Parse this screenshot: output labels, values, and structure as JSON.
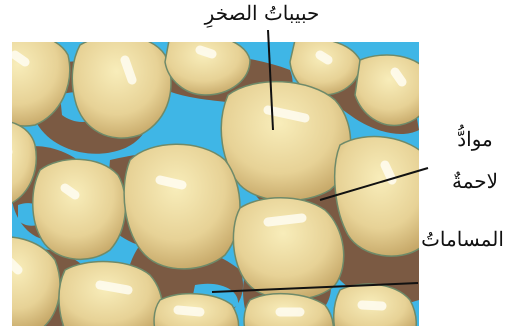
{
  "labels": {
    "rock_grains": "حبيباتُ الصخرِ",
    "cementing_materials_line1": "موادُّ",
    "cementing_materials_line2": "لاحمةٌ",
    "pores": "المساماتُ"
  },
  "colors": {
    "pores": "#3fb6e6",
    "cement": "#7b5a43",
    "grain_light": "#f8edba",
    "grain_dark": "#c3a464",
    "grain_outline": "#6f8a69",
    "highlight": "#fffdf2",
    "leader_line": "#111111"
  }
}
